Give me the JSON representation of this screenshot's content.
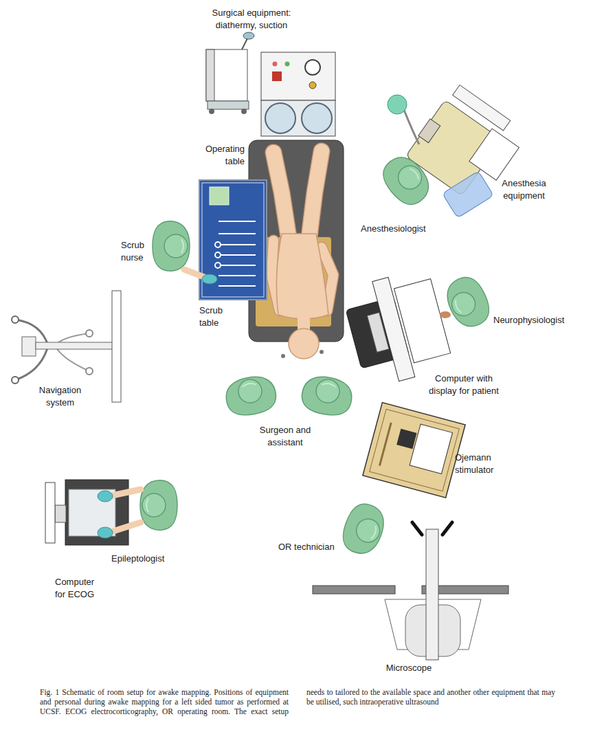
{
  "diagram": {
    "caption": "Fig. 1 Schematic of room setup for awake mapping. Positions of equipment and personal during awake mapping for a left sided tumor as performed at UCSF. ECOG electrocorticography, OR operating room. The exact setup needs to tailored to the available space and another other equipment that may be utilised, such intraoperative ultrasound",
    "labels": [
      "Surgical equipment: diathermy, suction",
      "Operating table",
      "Anesthesia equipment",
      "Anesthesiologist",
      "Scrub nurse",
      "Scrub table",
      "Neurophysiologist",
      "Computer with display for patient",
      "Navigation system",
      "Surgeon and assistant",
      "Ojemann stimulator",
      "OR technician",
      "Epileptologist",
      "Computer for ECOG",
      "Microscope"
    ]
  }
}
